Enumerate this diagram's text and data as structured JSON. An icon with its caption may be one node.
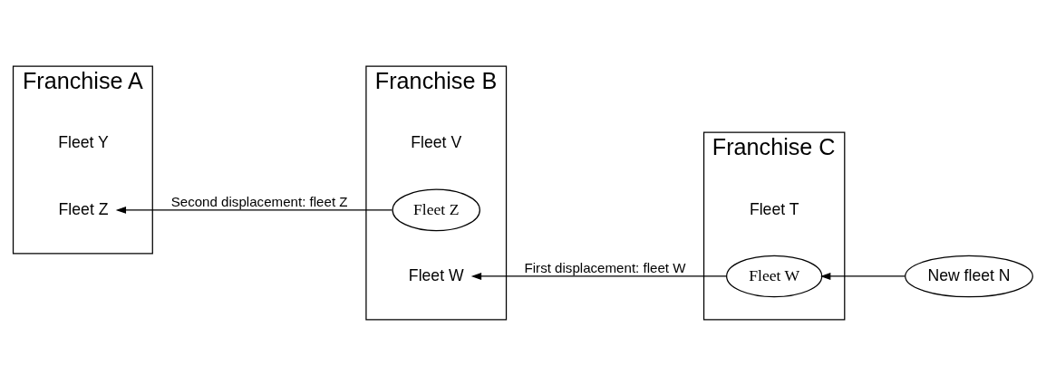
{
  "diagram": {
    "nodes": [
      {
        "text": [
          "Franchise A"
        ]
      },
      {
        "text": [
          "Fleet Y"
        ],
        "in": 0
      },
      {
        "text": [
          "Fleet Z"
        ],
        "in": 0
      },
      {
        "text": [
          "Franchise B"
        ]
      },
      {
        "text": [
          "Fleet V"
        ],
        "in": 3
      },
      {
        "text": [
          "Fleet Z"
        ],
        "in": 3
      },
      {
        "text": [
          "Fleet W"
        ],
        "in": 3
      },
      {
        "text": [
          "Franchise C"
        ]
      },
      {
        "text": [
          "Fleet T"
        ],
        "in": 7
      },
      {
        "text": [
          "Fleet W"
        ],
        "in": 7
      },
      {
        "text": [
          "New fleet N"
        ]
      }
    ],
    "edges": [
      {
        "from": 10,
        "to": 9,
        "arrow": "to"
      },
      {
        "from": 9,
        "to": 6,
        "arrow": "to",
        "label": "First displacement: fleet W"
      },
      {
        "from": 5,
        "to": 2,
        "arrow": "to",
        "label": "Second displacement: fleet Z"
      }
    ]
  }
}
